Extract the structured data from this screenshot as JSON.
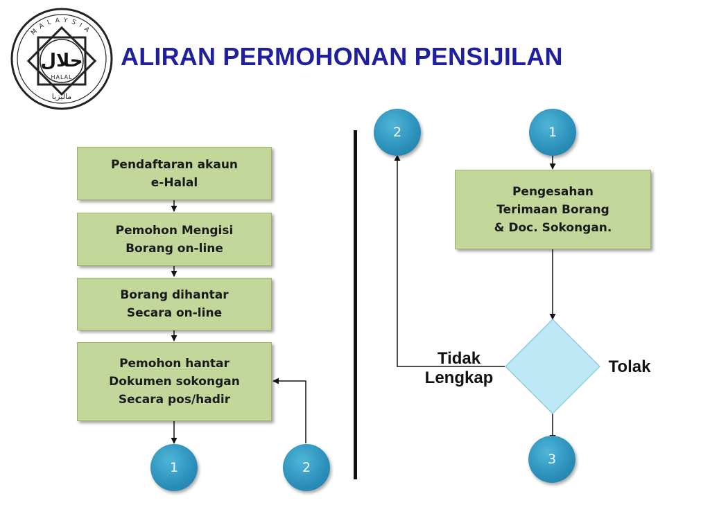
{
  "title": "ALIRAN PERMOHONAN PENSIJILAN",
  "logo": {
    "ring_text": "MALAYSIA",
    "arabic": "حلال",
    "word": "HALAL",
    "bottom_arabic": "ماليزيا"
  },
  "left_flow": {
    "steps": [
      "Pendaftaran akaun\ne-Halal",
      "Pemohon Mengisi\nBorang on-line",
      "Borang dihantar\nSecara on-line",
      "Pemohon hantar\nDokumen sokongan\nSecara pos/hadir"
    ],
    "connector_out": "1",
    "connector_in": "2"
  },
  "right_flow": {
    "connector_return": "2",
    "connector_start": "1",
    "step": "Pengesahan\nTerimaan Borang\n& Doc. Sokongan.",
    "decision_left_label": "Tidak\nLengkap",
    "decision_right_label": "Tolak",
    "connector_end": "3"
  },
  "colors": {
    "title": "#1f1fa0",
    "box_fill": "#c4d79b",
    "connector": "#2b8fba",
    "decision_fill": "#bfe8f6"
  }
}
